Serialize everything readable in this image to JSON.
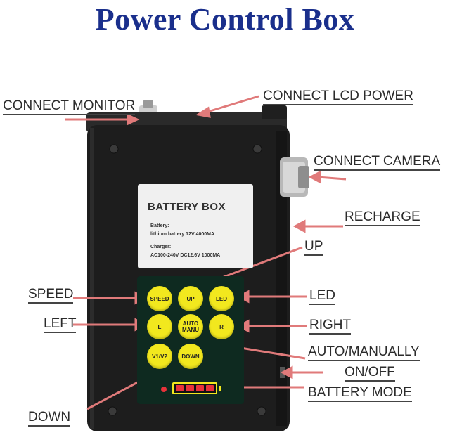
{
  "title": "Power Control Box",
  "labels": {
    "connect_monitor": "CONNECT MONITOR",
    "connect_lcd_power": "CONNECT LCD POWER",
    "connect_camera": "CONNECT CAMERA",
    "recharge": "RECHARGE",
    "up": "UP",
    "speed": "SPEED",
    "led": "LED",
    "left": "LEFT",
    "right": "RIGHT",
    "auto_manually": "AUTO/MANUALLY",
    "on_off": "ON/OFF",
    "battery_mode": "BATTERY MODE",
    "down": "DOWN"
  },
  "battery_card": {
    "title": "BATTERY BOX",
    "battery_heading": "Battery:",
    "battery_spec": "lithium battery  12V 4000MA",
    "charger_heading": "Charger:",
    "charger_spec": "AC100-240V DC12.6V 1000MA"
  },
  "keypad": {
    "speed": "SPEED",
    "up": "UP",
    "led": "LED",
    "left": "L",
    "auto_manu_1": "AUTO",
    "auto_manu_2": "MANU",
    "right": "R",
    "v1v2": "V1/V2",
    "down": "DOWN"
  },
  "colors": {
    "title": "#1a2f8c",
    "arrow": "#e07a7a",
    "button": "#f2e81e",
    "keypad_bg": "#0e2a20",
    "battery_cell": "#e8323a"
  }
}
